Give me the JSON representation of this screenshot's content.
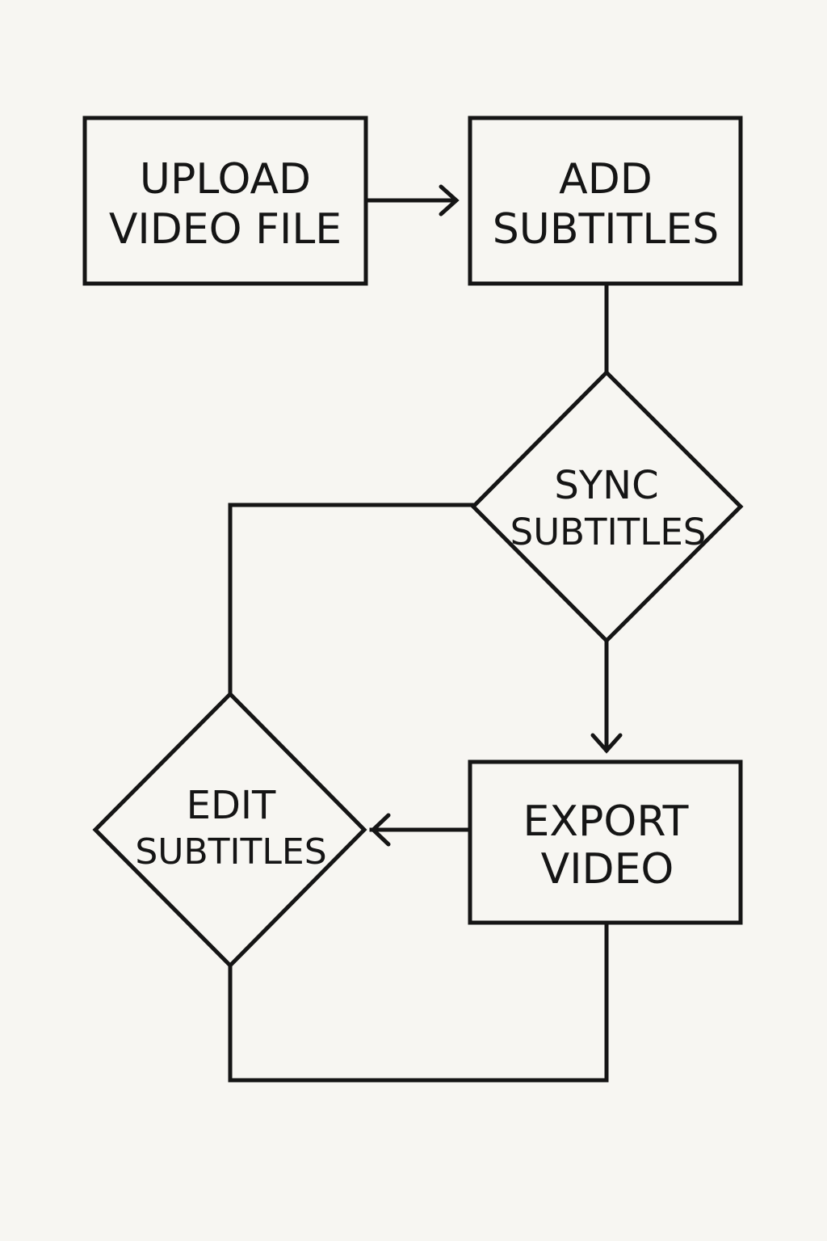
{
  "nodes": {
    "upload": {
      "shape": "rectangle",
      "lines": [
        "UPLOAD",
        "VIDEO FILE"
      ]
    },
    "add": {
      "shape": "rectangle",
      "lines": [
        "ADD",
        "SUBTITLES"
      ]
    },
    "sync": {
      "shape": "diamond",
      "lines": [
        "SYNC",
        "SUBTITLES"
      ]
    },
    "export": {
      "shape": "rectangle",
      "lines": [
        "EXPORT",
        "VIDEO"
      ]
    },
    "edit": {
      "shape": "diamond",
      "lines": [
        "EDIT",
        "SUBTITLES"
      ]
    }
  },
  "edges": [
    {
      "from": "upload",
      "to": "add",
      "arrow": true
    },
    {
      "from": "add",
      "to": "sync",
      "arrow": false
    },
    {
      "from": "sync",
      "to": "export",
      "arrow": true
    },
    {
      "from": "export",
      "to": "edit",
      "arrow": true
    },
    {
      "from": "sync",
      "to": "edit",
      "arrow": false
    },
    {
      "from": "edit",
      "to": "export",
      "arrow": false
    }
  ],
  "colors": {
    "background": "#f7f6f2",
    "stroke": "#151515",
    "text": "#151515"
  }
}
